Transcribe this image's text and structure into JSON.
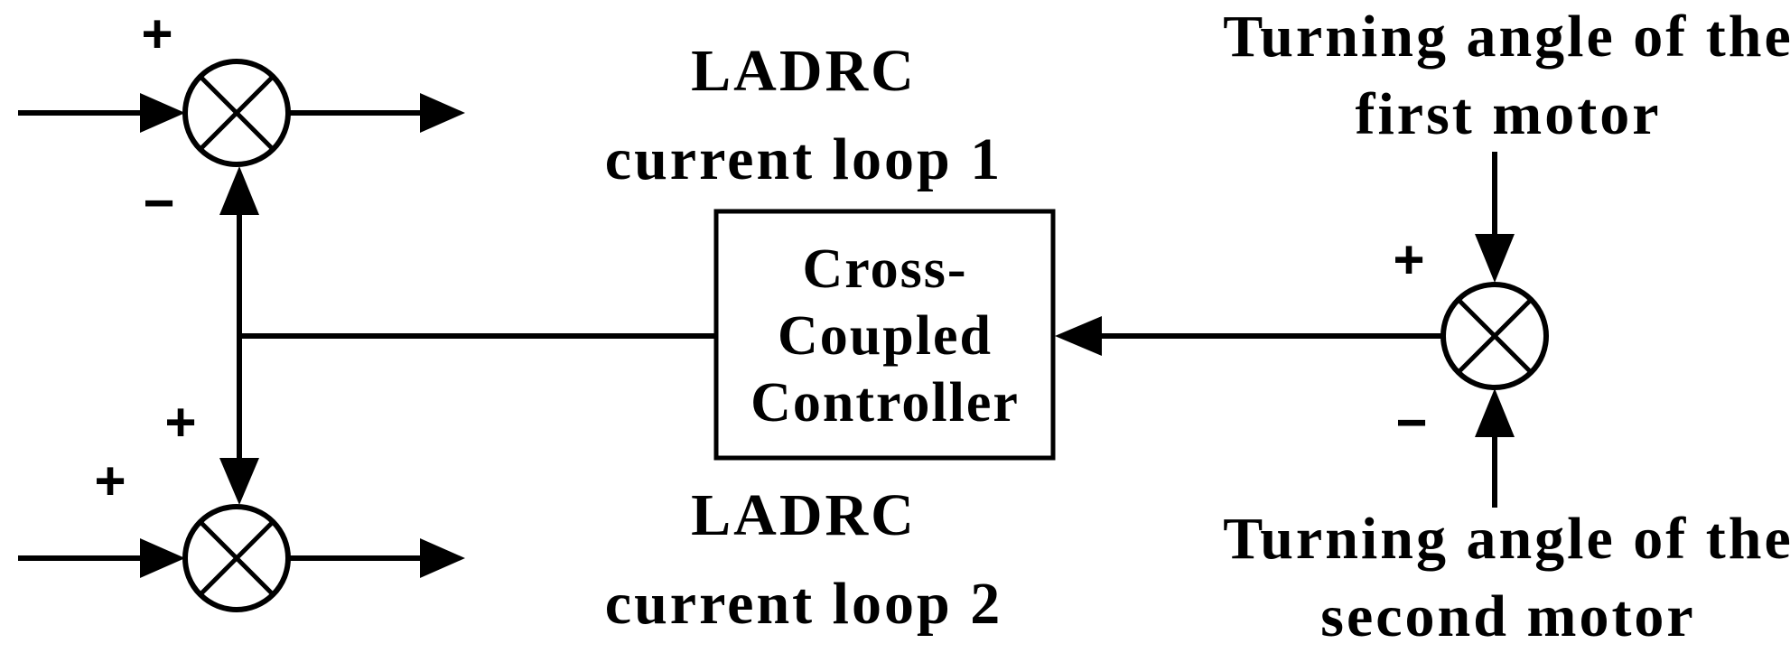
{
  "labels": {
    "loop1": [
      "LADRC",
      "current loop 1"
    ],
    "loop2": [
      "LADRC",
      "current loop 2"
    ],
    "controller": [
      "Cross-",
      "Coupled",
      "Controller"
    ],
    "motor1": [
      "Turning angle of the",
      "first motor"
    ],
    "motor2": [
      "Turning angle of the",
      "second motor"
    ]
  },
  "signs": {
    "top_junction_left": "+",
    "top_junction_bottom": "−",
    "bottom_junction_top": "+",
    "bottom_junction_left": "+",
    "right_junction_top": "+",
    "right_junction_bottom": "−"
  }
}
